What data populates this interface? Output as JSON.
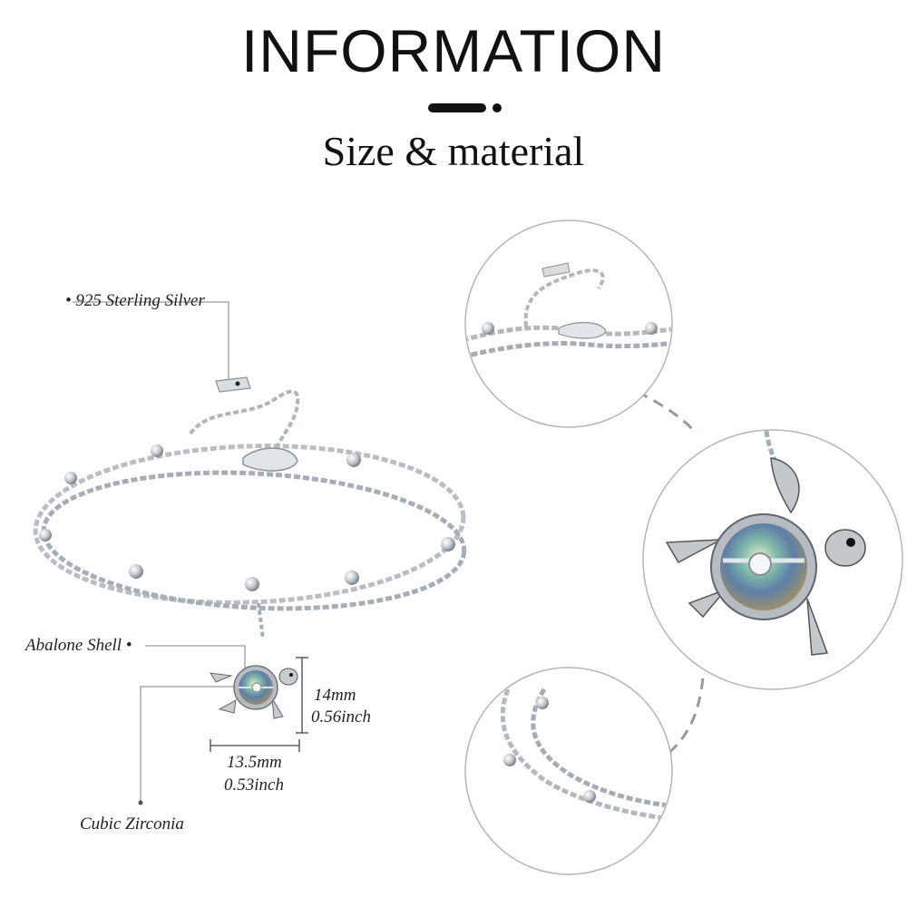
{
  "header": {
    "title": "INFORMATION",
    "subtitle": "Size & material"
  },
  "labels": {
    "material": "• 925 Sterling Silver",
    "shell": "Abalone Shell •",
    "stone": "Cubic Zirconia",
    "height_mm": "14mm",
    "height_inch": "0.56inch",
    "width_mm": "13.5mm",
    "width_inch": "0.53inch"
  },
  "colors": {
    "text": "#111111",
    "silver": "#c8ccd1",
    "silver_dark": "#8a8f96",
    "guide_line": "#999999",
    "abalone": "#6fa7a0"
  }
}
